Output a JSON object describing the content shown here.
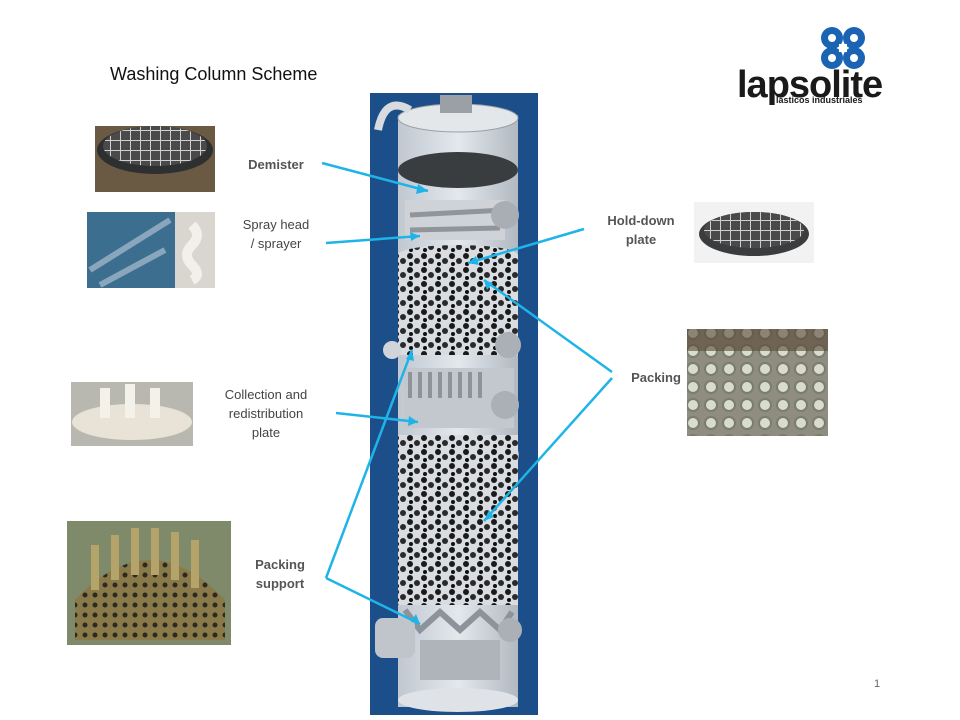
{
  "title": "Washing Column Scheme",
  "logo": {
    "name": "lapsolite",
    "tagline": "lásticos industriales"
  },
  "labels": {
    "demister": "Demister",
    "spray": [
      "Spray head",
      "/ sprayer"
    ],
    "collection": [
      "Collection and",
      "redistribution",
      "plate"
    ],
    "support": [
      "Packing",
      "support"
    ],
    "holddown": [
      "Hold-down",
      "plate"
    ],
    "packing": "Packing"
  },
  "page_number": "1",
  "colors": {
    "column_bg": "#1c4f8a",
    "arrow": "#1fb4e8",
    "logo_blue": "#1b63b3"
  }
}
